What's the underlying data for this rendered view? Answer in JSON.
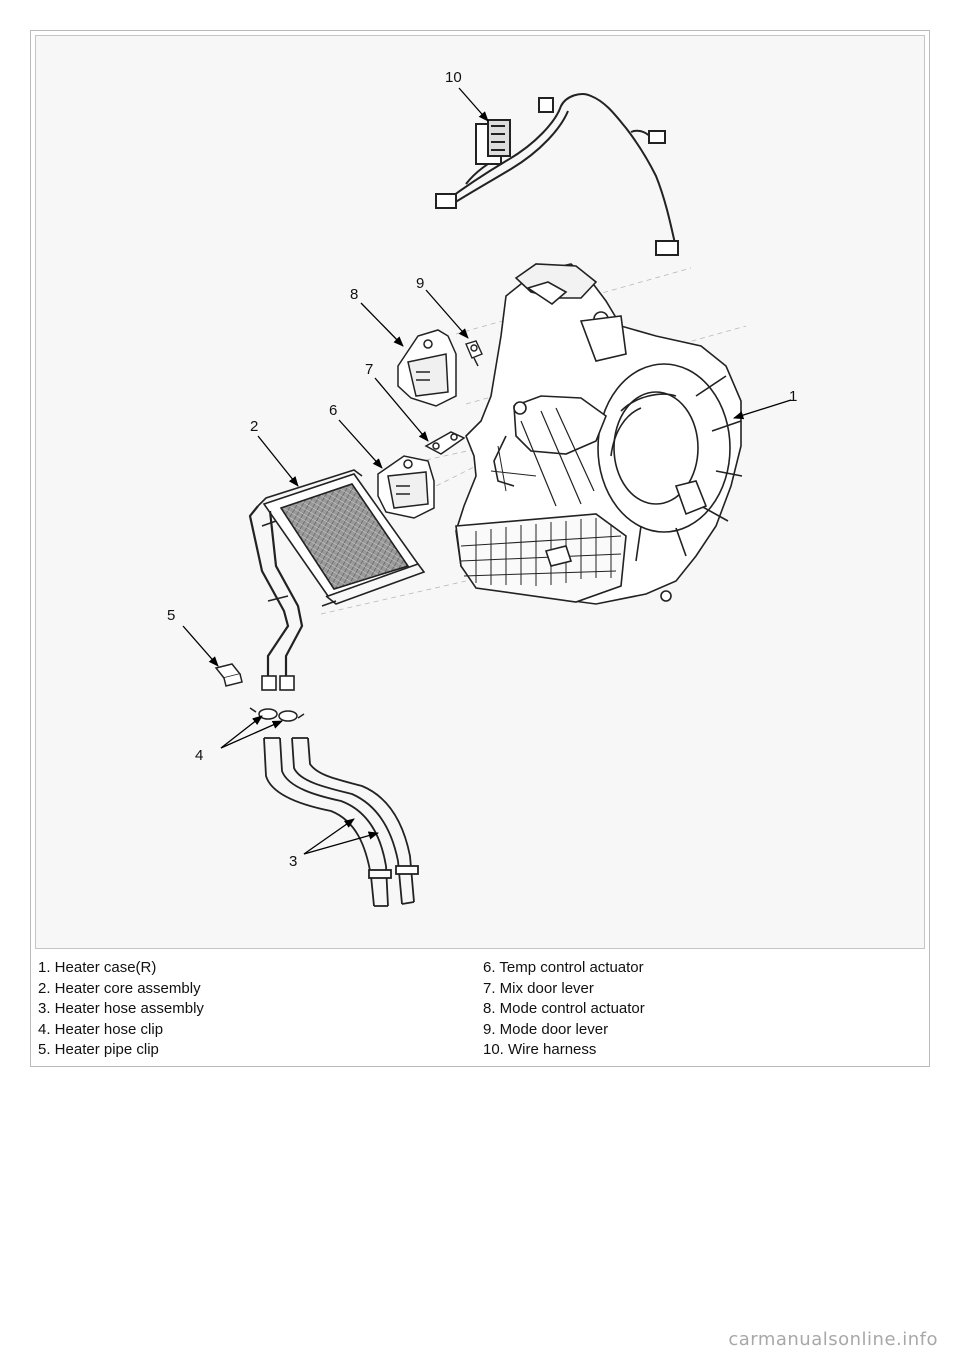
{
  "figure": {
    "callouts": [
      {
        "num": "1"
      },
      {
        "num": "2"
      },
      {
        "num": "3"
      },
      {
        "num": "4"
      },
      {
        "num": "5"
      },
      {
        "num": "6"
      },
      {
        "num": "7"
      },
      {
        "num": "8"
      },
      {
        "num": "9"
      },
      {
        "num": "10"
      }
    ]
  },
  "legend": {
    "left": [
      "1. Heater case(R)",
      "2. Heater core assembly",
      "3. Heater hose assembly",
      "4. Heater hose clip",
      "5. Heater pipe clip"
    ],
    "right": [
      "6. Temp control actuator",
      "7. Mix door lever",
      "8. Mode control actuator",
      "9. Mode door lever",
      "10. Wire harness"
    ]
  },
  "watermark": "carmanualsonline.info"
}
